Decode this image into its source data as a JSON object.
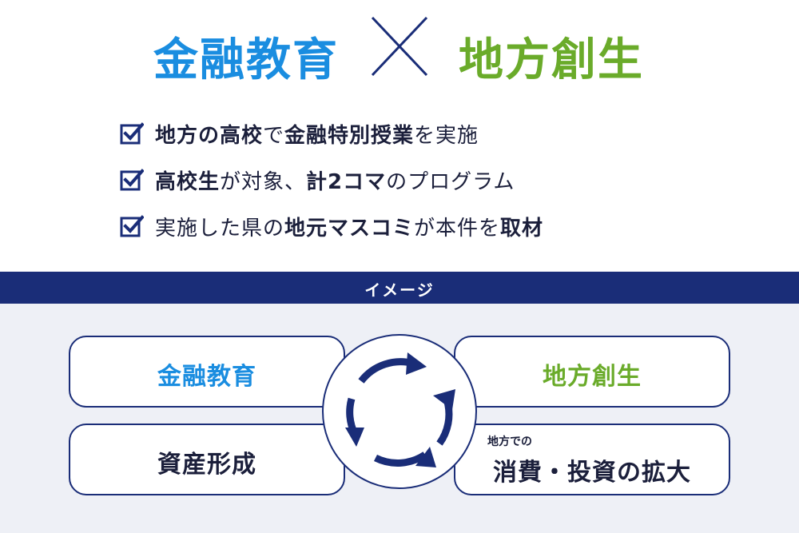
{
  "header": {
    "left_title": "金融教育",
    "right_title": "地方創生",
    "left_color": "#1a8de0",
    "right_color": "#6aab2a"
  },
  "points": [
    {
      "icon": "checkbox-icon",
      "segments": [
        {
          "text": "地方の高校",
          "bold": true
        },
        {
          "text": "で",
          "bold": false
        },
        {
          "text": "金融特別授業",
          "bold": true
        },
        {
          "text": "を実施",
          "bold": false
        }
      ]
    },
    {
      "icon": "checkbox-icon",
      "segments": [
        {
          "text": "高校生",
          "bold": true
        },
        {
          "text": "が対象、",
          "bold": false
        },
        {
          "text": "計2コマ",
          "bold": true
        },
        {
          "text": "のプログラム",
          "bold": false
        }
      ]
    },
    {
      "icon": "checkbox-icon",
      "segments": [
        {
          "text": "実施した県の",
          "bold": false
        },
        {
          "text": "地元マスコミ",
          "bold": true
        },
        {
          "text": "が本件を",
          "bold": false
        },
        {
          "text": "取材",
          "bold": true
        }
      ]
    }
  ],
  "band": {
    "label": "イメージ",
    "color": "#1a2d78"
  },
  "diagram": {
    "top_left": "金融教育",
    "top_right": "地方創生",
    "bottom_left": "資産形成",
    "bottom_right_small": "地方での",
    "bottom_right": "消費・投資の拡大",
    "center_icon": "cycle-arrows-icon"
  }
}
